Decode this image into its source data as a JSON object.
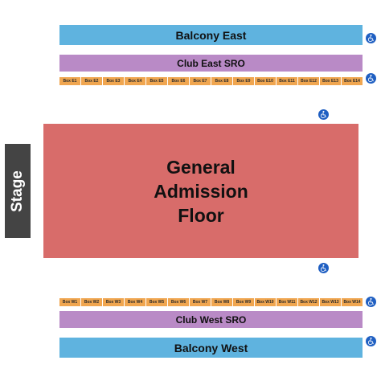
{
  "venue_map": {
    "stage": "Stage",
    "floor": [
      "General",
      "Admission",
      "Floor"
    ],
    "balcony_east": "Balcony East",
    "club_east_sro": "Club East SRO",
    "boxes_east": [
      "Box E1",
      "Box E2",
      "Box E3",
      "Box E4",
      "Box E5",
      "Box E6",
      "Box E7",
      "Box E8",
      "Box E9",
      "Box E10",
      "Box E11",
      "Box E12",
      "Box E13",
      "Box E14"
    ],
    "boxes_west": [
      "Box W1",
      "Box W2",
      "Box W3",
      "Box W4",
      "Box W5",
      "Box W6",
      "Box W7",
      "Box W8",
      "Box W9",
      "Box W10",
      "Box W11",
      "Box W12",
      "Box W13",
      "Box W14"
    ],
    "club_west_sro": "Club West SRO",
    "balcony_west": "Balcony West",
    "accessibility_icon": "wheelchair-icon"
  },
  "colors": {
    "balcony": "#5fb3df",
    "club_sro": "#b98ac6",
    "box": "#f0a650",
    "floor": "#d86c6a",
    "stage": "#444444",
    "ada": "#1f5fc2"
  }
}
